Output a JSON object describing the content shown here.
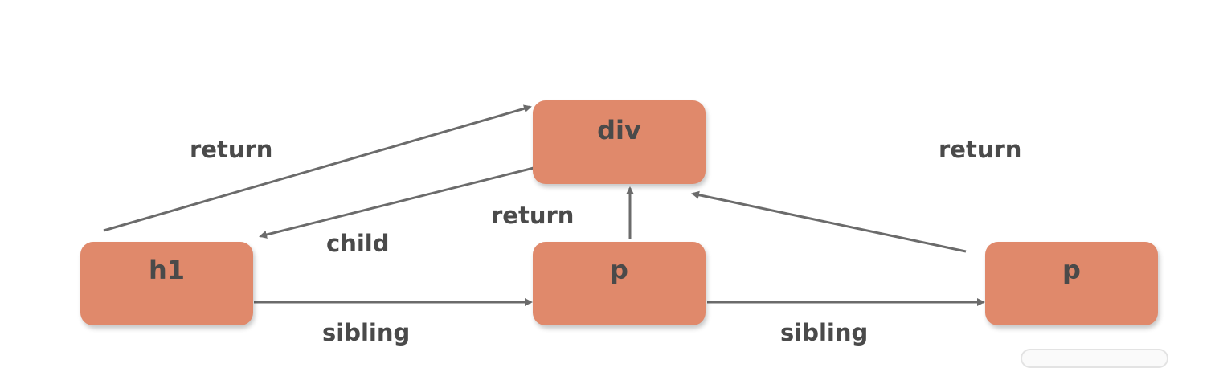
{
  "nodes": {
    "div": "div",
    "h1": "h1",
    "p1": "p",
    "p2": "p"
  },
  "labels": {
    "return_h1": "return",
    "child": "child",
    "return_p1": "return",
    "return_p2": "return",
    "sibling_1": "sibling",
    "sibling_2": "sibling"
  },
  "colors": {
    "node_fill": "#e0896b",
    "text": "#4a4a4a",
    "arrow": "#6b6b6b"
  }
}
